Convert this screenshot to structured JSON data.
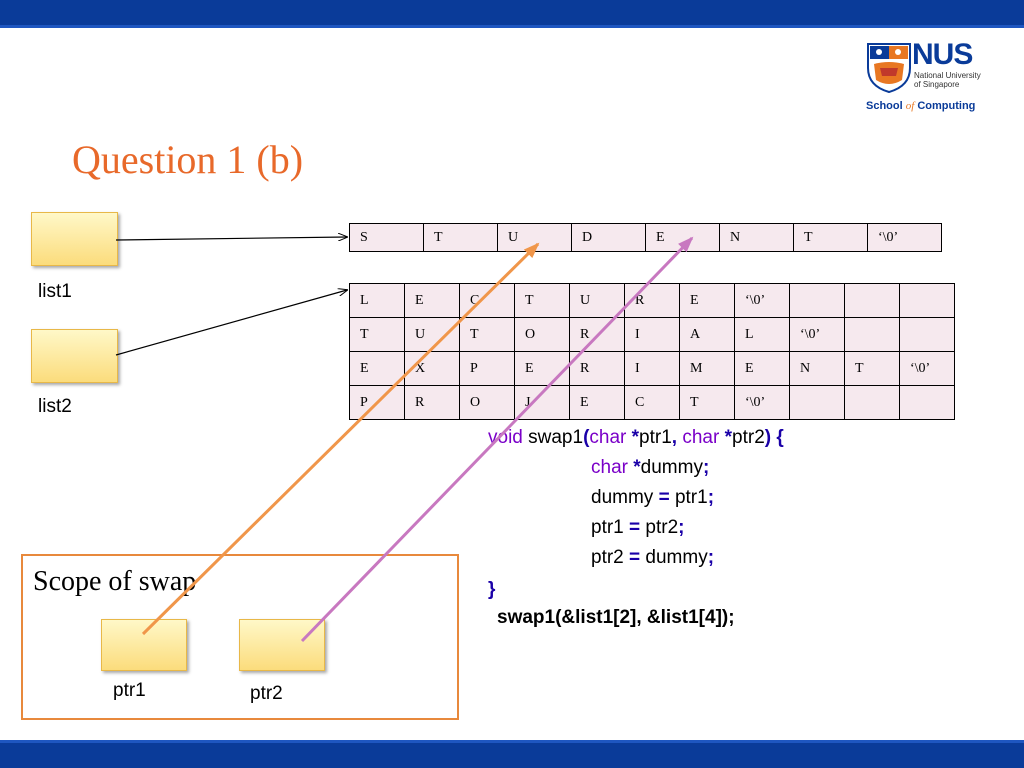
{
  "slide": {
    "title": "Question 1 (b)",
    "logo": {
      "brand": "NUS",
      "line1": "National University",
      "line2": "of Singapore",
      "school_pre": "School ",
      "school_of": "of",
      "school_post": " Computing"
    },
    "colors": {
      "header_bar": "#0a3b99",
      "title": "#e8692a",
      "keyword": "#7a00c8",
      "arrow_ptr1": "#f0964a",
      "arrow_ptr2": "#c878c0",
      "scope_border": "#e8893c"
    }
  },
  "pointers": {
    "list1_label": "list1",
    "list2_label": "list2",
    "ptr1_label": "ptr1",
    "ptr2_label": "ptr2"
  },
  "list1_array": [
    "S",
    "T",
    "U",
    "D",
    "E",
    "N",
    "T",
    "‘\\0’"
  ],
  "list2_array": [
    [
      "L",
      "E",
      "C",
      "T",
      "U",
      "R",
      "E",
      "‘\\0’",
      "",
      "",
      ""
    ],
    [
      "T",
      "U",
      "T",
      "O",
      "R",
      "I",
      "A",
      "L",
      "‘\\0’",
      "",
      ""
    ],
    [
      "E",
      "X",
      "P",
      "E",
      "R",
      "I",
      "M",
      "E",
      "N",
      "T",
      "‘\\0’"
    ],
    [
      "P",
      "R",
      "O",
      "J",
      "E",
      "C",
      "T",
      "‘\\0’",
      "",
      "",
      ""
    ]
  ],
  "scope": {
    "label": "Scope of swap"
  },
  "code": {
    "kw_void": "void",
    "fn_name": " swap1",
    "open_paren": "(",
    "kw_char": "char",
    "star": " *",
    "param1": "ptr1",
    "comma": ",",
    "space": " ",
    "param2": "ptr2",
    "close_paren_brace": ") {",
    "decl_name": "dummy",
    "semi": ";",
    "assign1_lhs": "dummy ",
    "eq": "=",
    "assign1_rhs": " ptr1",
    "assign2_lhs": "ptr1 ",
    "assign2_rhs": " ptr2",
    "assign3_lhs": "ptr2 ",
    "assign3_rhs": " dummy",
    "close_brace": "}",
    "call": "swap1(&list1[2], &list1[4]);"
  }
}
